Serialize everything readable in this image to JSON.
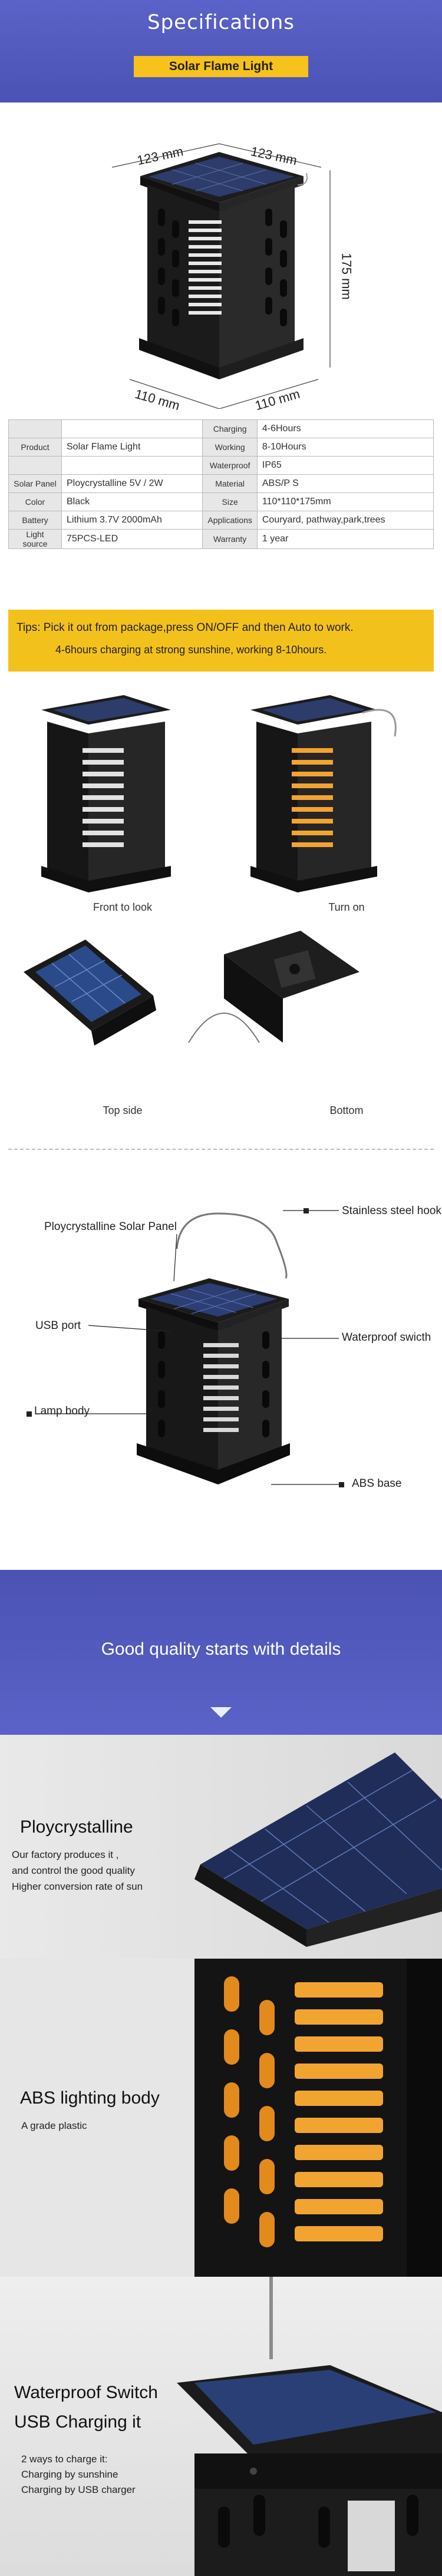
{
  "header": {
    "title": "Specifications",
    "product_pill": "Solar Flame Light"
  },
  "dimensions": {
    "width_a": "123 mm",
    "width_b": "123 mm",
    "height": "175 mm",
    "base_a": "110 mm",
    "base_b": "110 mm"
  },
  "table": {
    "rows": [
      {
        "k1": "",
        "v1": "",
        "k2": "Charging",
        "v2": "4-6Hours"
      },
      {
        "k1": "Product",
        "v1": "Solar Flame Light",
        "k2": "Working",
        "v2": "8-10Hours"
      },
      {
        "k1": "",
        "v1": "",
        "k2": "Waterproof",
        "v2": "IP65"
      },
      {
        "k1": "Solar Panel",
        "v1": "Ploycrystalline 5V / 2W",
        "k2": "Material",
        "v2": "ABS/P S"
      },
      {
        "k1": "Color",
        "v1": "Black",
        "k2": "Size",
        "v2": "110*110*175mm"
      },
      {
        "k1": "Battery",
        "v1": "Lithium 3.7V 2000mAh",
        "k2": "Applications",
        "v2": "Couryard, pathway,park,trees"
      },
      {
        "k1": "Light source",
        "v1": "75PCS-LED",
        "k2": "Warranty",
        "v2": "1 year"
      }
    ]
  },
  "tips": {
    "line1": "Tips:  Pick it out from package,press ON/OFF and then Auto to work.",
    "line2": "4-6hours charging at strong sunshine, working 8-10hours."
  },
  "views": {
    "front": "Front to look",
    "on": "Turn on",
    "top": "Top side",
    "bottom": "Bottom"
  },
  "callouts": {
    "hook": "Stainless steel hook",
    "panel": "Ploycrystalline Solar Panel",
    "usb": "USB port",
    "waterproof": "Waterproof swicth",
    "body": "Lamp body",
    "base": "ABS base"
  },
  "details": {
    "title": "Good quality starts with details",
    "panel1": {
      "title": "Ploycrystalline",
      "lines": [
        "Our factory produces it ,",
        "and control the good quality",
        "Higher conversion rate of sun"
      ]
    },
    "panel2": {
      "title": "ABS lighting body",
      "lines": [
        "A grade plastic"
      ]
    },
    "panel3": {
      "title1": "Waterproof Switch",
      "title2": "USB Charging it",
      "lines": [
        "2 ways to charge it:",
        "Charging by sunshine",
        "Charging by USB charger"
      ]
    }
  },
  "colors": {
    "banner": "#5058be",
    "accent_yellow": "#f3c11c",
    "lamp_black": "#1c1c1c",
    "flame_orange": "#f2a431"
  }
}
